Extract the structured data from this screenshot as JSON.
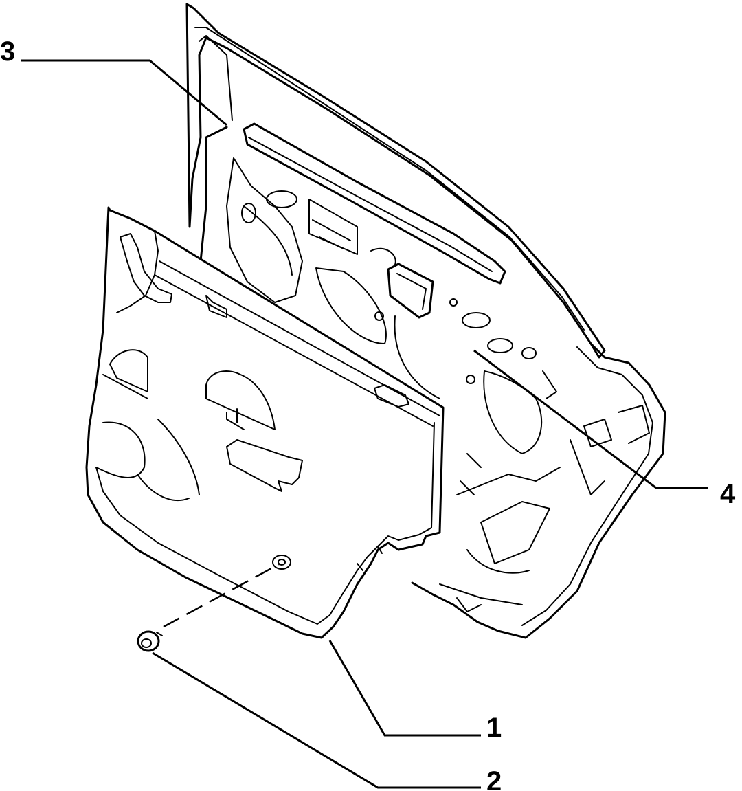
{
  "diagram": {
    "callouts": [
      {
        "id": "c1",
        "label": "1"
      },
      {
        "id": "c2",
        "label": "2"
      },
      {
        "id": "c3",
        "label": "3"
      },
      {
        "id": "c4",
        "label": "4"
      }
    ]
  },
  "colors": {
    "line": "#000000",
    "background": "#ffffff"
  }
}
